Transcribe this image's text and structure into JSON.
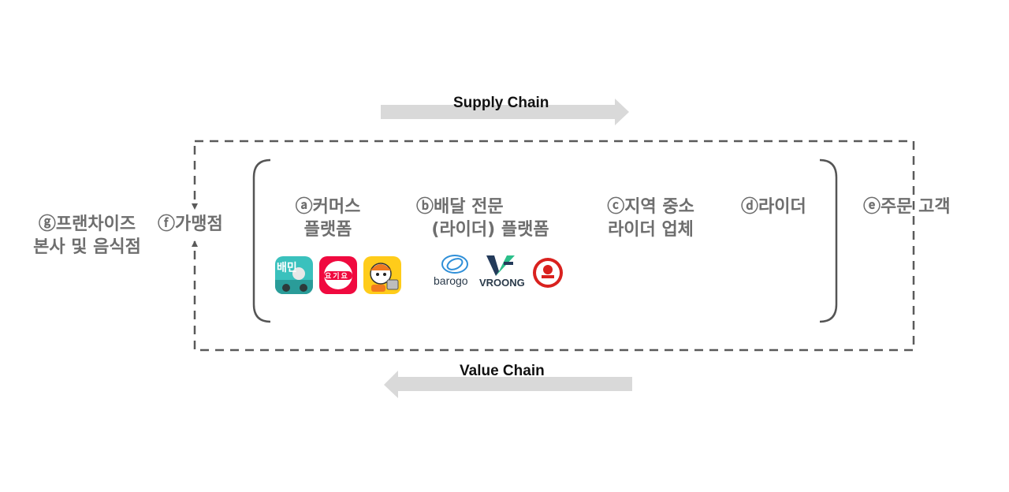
{
  "supply_chain_label": "Supply Chain",
  "value_chain_label": "Value Chain",
  "nodes": {
    "a": [
      "ⓐ커머스",
      "플랫폼"
    ],
    "b": [
      "ⓑ배달 전문",
      "(라이더) 플랫폼"
    ],
    "c": [
      "ⓒ지역 중소",
      "라이더 업체"
    ],
    "d": [
      "ⓓ라이더"
    ],
    "e": [
      "ⓔ주문 고객"
    ],
    "f": [
      "ⓕ가맹점"
    ],
    "g": [
      "ⓖ프랜차이즈",
      "본사 및 음식점"
    ]
  },
  "logos": {
    "baemin_text": "배민",
    "yogiyo_text": "요기요",
    "barogo_text": "barogo",
    "vroong_text": "VROONG"
  },
  "colors": {
    "arrow": "#d9d9d9",
    "dash": "#5a5a5a",
    "node_text": "#6e6e6e"
  }
}
